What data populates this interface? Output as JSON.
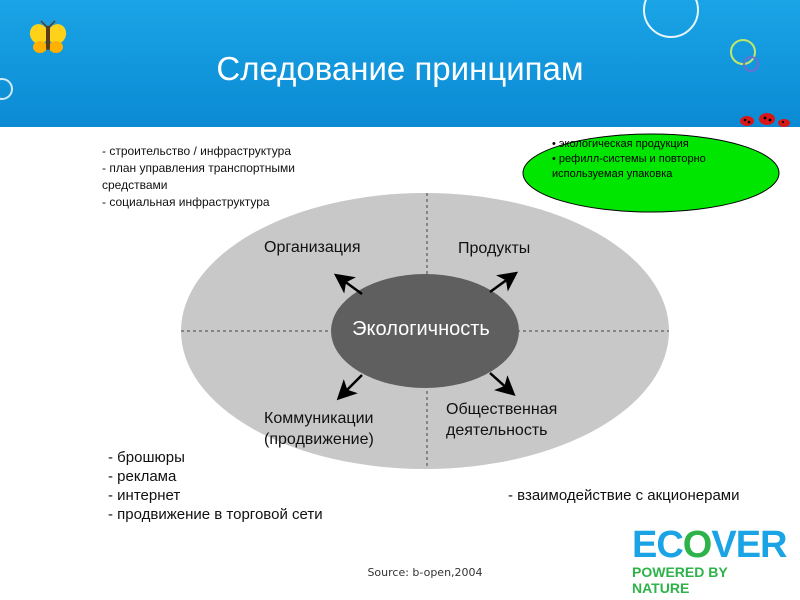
{
  "slide": {
    "title": "Следование принципам",
    "source": "Source: b-open,2004"
  },
  "diagram": {
    "center": "Экологичность",
    "quadrants": {
      "organization": "Организация",
      "products": "Продукты",
      "communications": [
        "Коммуникации",
        "(продвижение)"
      ],
      "social": [
        "Общественная",
        "деятельность"
      ]
    }
  },
  "notes": {
    "organization": [
      "- строительство  / инфраструктура",
      "- план управления транспортными",
      "средствами",
      "- социальная  инфраструктура"
    ],
    "products": [
      "• экологическая продукция",
      "• рефилл-системы  и повторно",
      "используемая  упаковка"
    ],
    "communications": [
      "- брошюры",
      "- реклама",
      "- интернет",
      "- продвижение в торговой сети"
    ],
    "social": [
      "- взаимодействие с акционерами"
    ]
  },
  "logo": {
    "brand_prefix": "EC",
    "brand_o": "O",
    "brand_suffix": "VER",
    "tagline": "POWERED BY NATURE"
  },
  "colors": {
    "header": "#0b8ad3",
    "ellipse": "#c8c8c8",
    "center": "#5f5f5f",
    "green_note": "#00e600",
    "logo_blue": "#1aa4e6",
    "logo_green": "#2db34a"
  }
}
